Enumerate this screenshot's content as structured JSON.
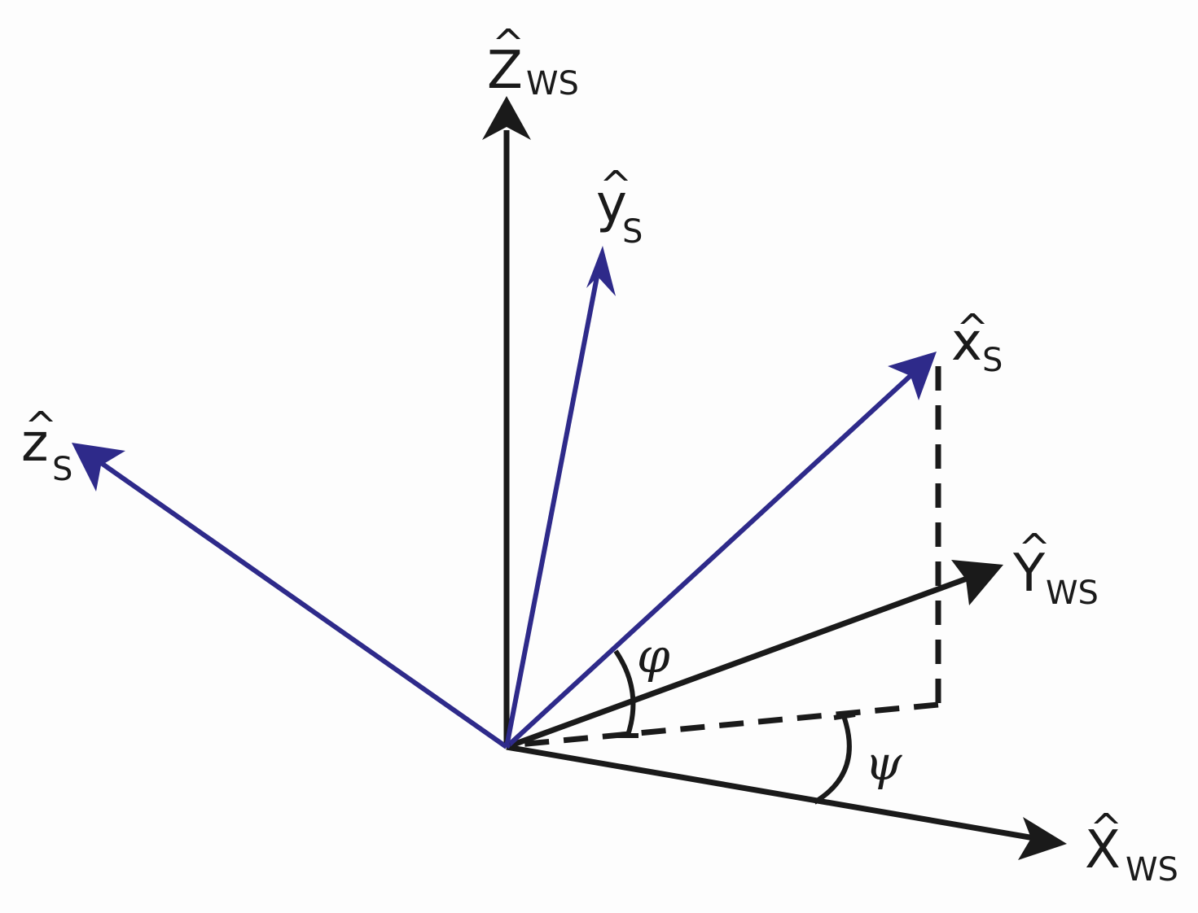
{
  "colors": {
    "world_axes": "#1a1a1a",
    "sensor_axes": "#2e2a8a",
    "background": "#fdfdfd"
  },
  "labels": {
    "Z_ws": {
      "hat": "^",
      "main": "Z",
      "sub": "WS"
    },
    "y_s": {
      "hat": "^",
      "main": "y",
      "sub": "S"
    },
    "x_s": {
      "hat": "^",
      "main": "x",
      "sub": "S"
    },
    "z_s": {
      "hat": "^",
      "main": "z",
      "sub": "S"
    },
    "Y_ws": {
      "hat": "^",
      "main": "Y",
      "sub": "WS"
    },
    "X_ws": {
      "hat": "^",
      "main": "X",
      "sub": "WS"
    }
  },
  "angles": {
    "phi": "φ",
    "psi": "ψ"
  }
}
